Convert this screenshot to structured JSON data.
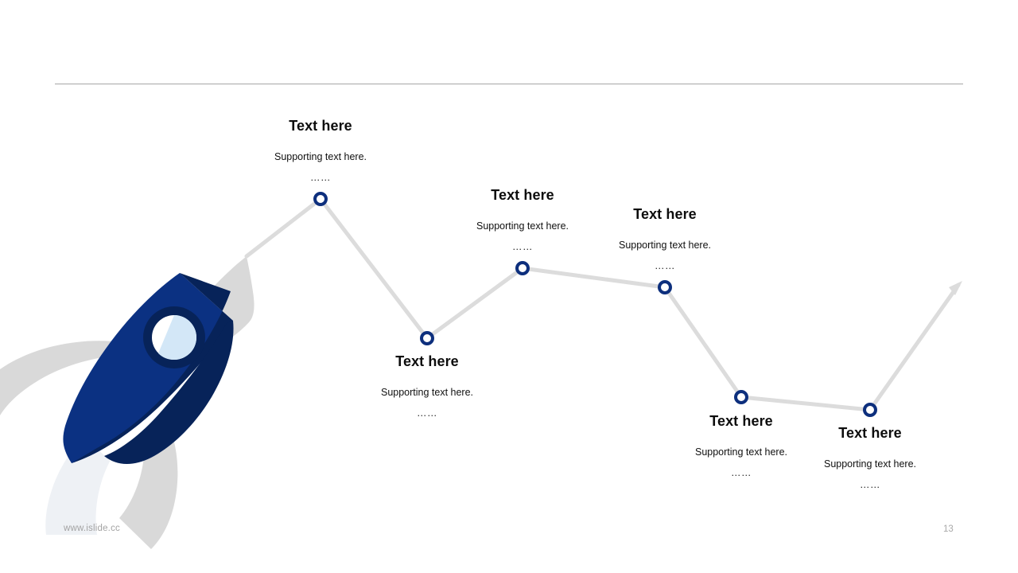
{
  "slide": {
    "background_color": "#ffffff",
    "divider_color": "#a6a6a6",
    "accent_navy": "#0d2f7d",
    "accent_navy_dark": "#072359",
    "accent_blue": "#0b3182",
    "accent_ice": "#d3e7f7",
    "line_gray": "#dcdcdc",
    "shape_gray": "#d9d9d9"
  },
  "illustration": {
    "name": "rocket-illustration",
    "description": "rocket launching upward-right with gray smoke trail and fins"
  },
  "timeline": {
    "arrow_label": "growth-arrow",
    "nodes": [
      {
        "id": "node-1",
        "title": "Text here",
        "supporting": "Supporting text here.",
        "dots": "……",
        "label_position": "above"
      },
      {
        "id": "node-2",
        "title": "Text here",
        "supporting": "Supporting text here.",
        "dots": "……",
        "label_position": "below"
      },
      {
        "id": "node-3",
        "title": "Text here",
        "supporting": "Supporting text here.",
        "dots": "……",
        "label_position": "above"
      },
      {
        "id": "node-4",
        "title": "Text here",
        "supporting": "Supporting text here.",
        "dots": "……",
        "label_position": "above"
      },
      {
        "id": "node-5",
        "title": "Text here",
        "supporting": "Supporting text here.",
        "dots": "……",
        "label_position": "below"
      },
      {
        "id": "node-6",
        "title": "Text here",
        "supporting": "Supporting text here.",
        "dots": "……",
        "label_position": "below"
      }
    ]
  },
  "footer": {
    "url": "www.islide.cc",
    "page_number": "13"
  }
}
